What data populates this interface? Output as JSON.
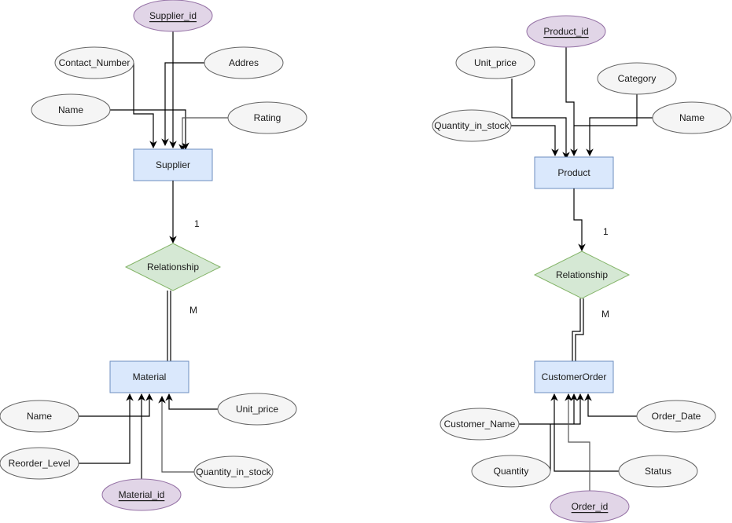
{
  "diagram": {
    "left": {
      "entity_top": "Supplier",
      "entity_bottom": "Material",
      "relationship": "Relationship",
      "cardinality_top": "1",
      "cardinality_bottom": "M",
      "supplier_attributes": {
        "key": "Supplier_id",
        "contact_number": "Contact_Number",
        "address": "Addres",
        "name": "Name",
        "rating": "Rating"
      },
      "material_attributes": {
        "key": "Material_id",
        "name": "Name",
        "reorder_level": "Reorder_Level",
        "unit_price": "Unit_price",
        "quantity_in_stock": "Quantity_in_stock"
      }
    },
    "right": {
      "entity_top": "Product",
      "entity_bottom": "CustomerOrder",
      "relationship": "Relationship",
      "cardinality_top": "1",
      "cardinality_bottom": "M",
      "product_attributes": {
        "key": "Product_id",
        "unit_price": "Unit_price",
        "category": "Category",
        "quantity_in_stock": "Quantity_in_stock",
        "name": "Name"
      },
      "order_attributes": {
        "key": "Order_id",
        "customer_name": "Customer_Name",
        "order_date": "Order_Date",
        "quantity": "Quantity",
        "status": "Status"
      }
    },
    "colors": {
      "entity_fill": "#dae8fc",
      "entity_stroke": "#6c8ebf",
      "relationship_fill": "#d5e8d4",
      "relationship_stroke": "#82b366",
      "attribute_fill": "#f5f5f5",
      "key_attribute_fill": "#e1d5e7"
    }
  }
}
